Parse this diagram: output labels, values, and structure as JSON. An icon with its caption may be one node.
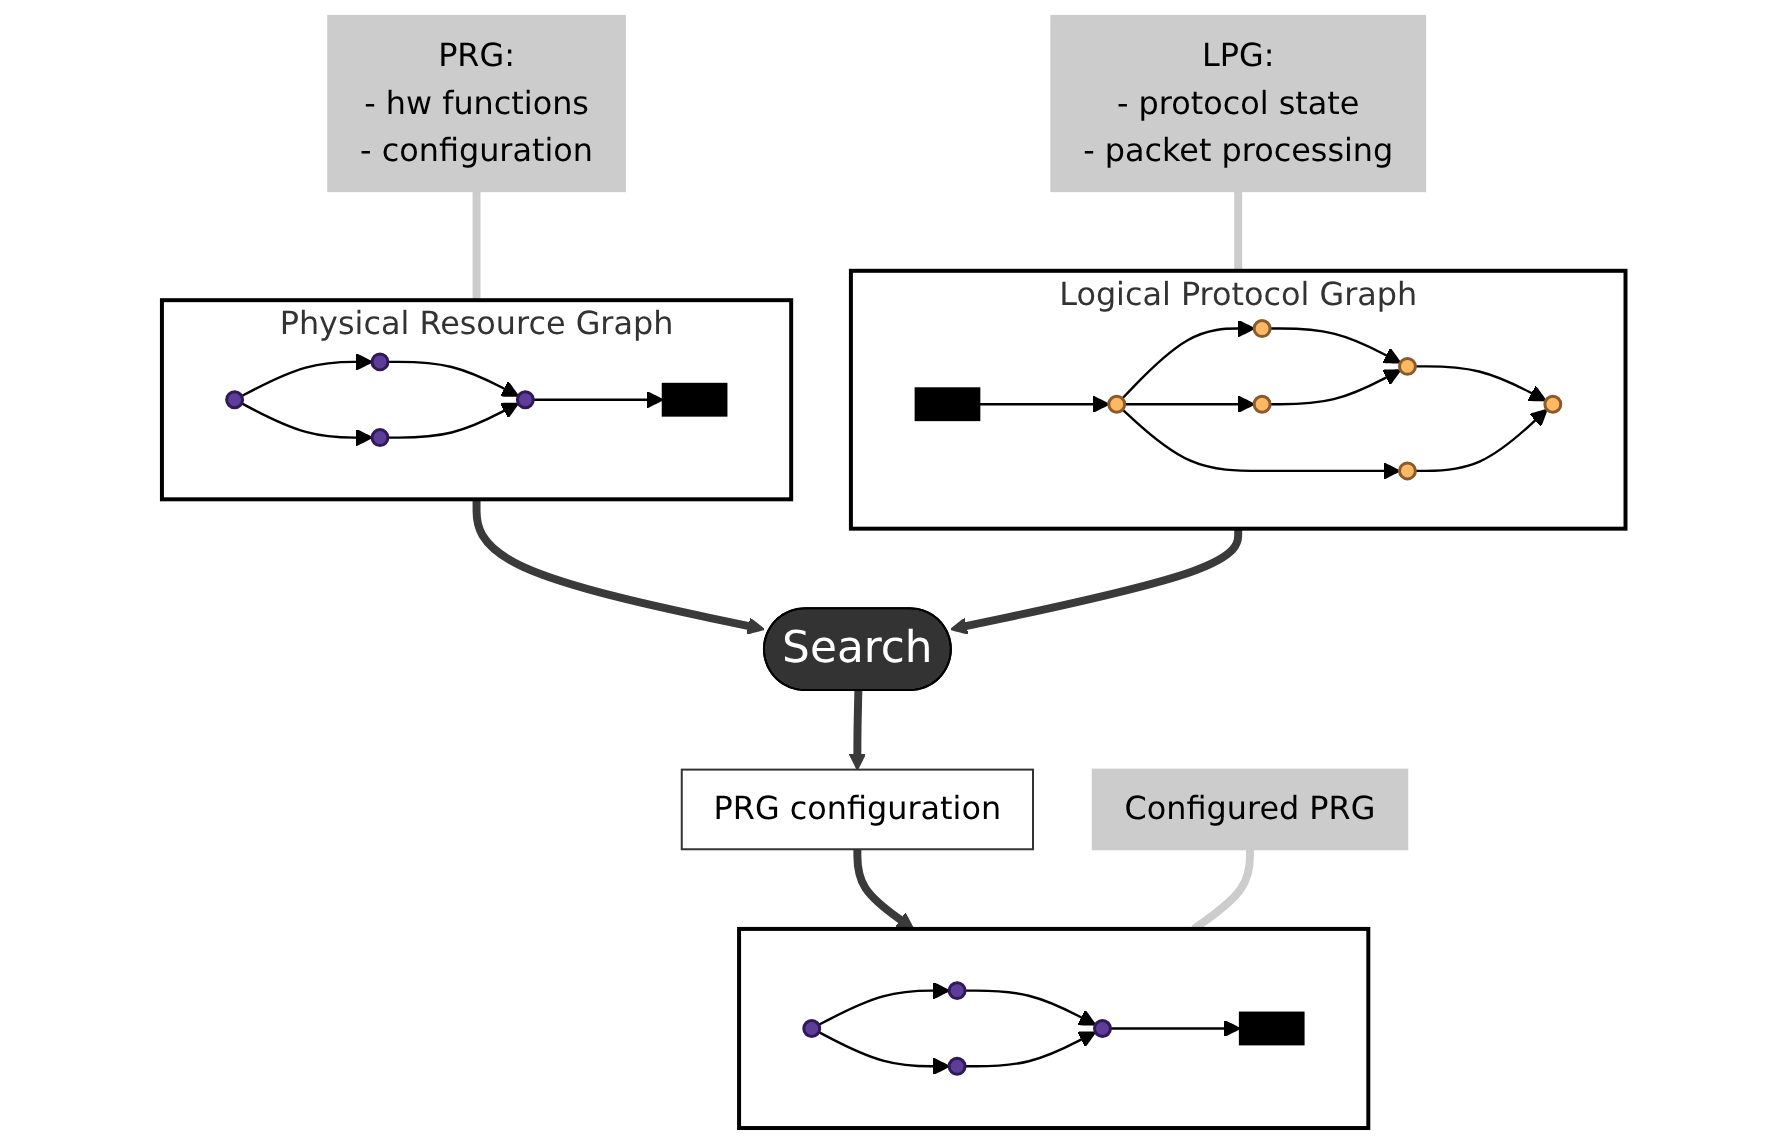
{
  "diagram": {
    "nodes": [
      {
        "text": [
          "Physical Resource Graph"
        ]
      },
      {
        "text": [],
        "shape": "circle",
        "in": 0
      },
      {
        "text": [],
        "shape": "circle",
        "in": 0
      },
      {
        "text": [],
        "shape": "circle",
        "in": 0
      },
      {
        "text": [],
        "shape": "circle",
        "in": 0
      },
      {
        "text": [],
        "shape": "bar",
        "in": 0
      },
      {
        "text": [
          "Logical Protocol Graph"
        ]
      },
      {
        "text": [],
        "shape": "bar",
        "in": 6
      },
      {
        "text": [],
        "shape": "circle",
        "in": 6
      },
      {
        "text": [],
        "shape": "circle",
        "in": 6
      },
      {
        "text": [],
        "shape": "circle",
        "in": 6
      },
      {
        "text": [],
        "shape": "circle",
        "in": 6
      },
      {
        "text": [],
        "shape": "circle",
        "in": 6
      },
      {
        "text": [],
        "shape": "circle",
        "in": 6
      },
      {
        "text": [
          "PRG:",
          "- hw functions",
          "- configuration"
        ]
      },
      {
        "text": [
          "Search"
        ]
      },
      {
        "text": [
          "LPG:",
          "- protocol state",
          "- packet processing"
        ]
      },
      {
        "text": [
          "PRG configuration"
        ]
      },
      {
        "text": [],
        "shape": "box"
      },
      {
        "text": [],
        "shape": "circle",
        "in": 18
      },
      {
        "text": [],
        "shape": "circle",
        "in": 18
      },
      {
        "text": [],
        "shape": "circle",
        "in": 18
      },
      {
        "text": [],
        "shape": "circle",
        "in": 18
      },
      {
        "text": [],
        "shape": "bar",
        "in": 18
      },
      {
        "text": [
          "Configured PRG"
        ]
      }
    ],
    "edges": [
      {
        "from": 1,
        "to": 2,
        "arrow": "to"
      },
      {
        "from": 1,
        "to": 3,
        "arrow": "to"
      },
      {
        "from": 2,
        "to": 4,
        "arrow": "to"
      },
      {
        "from": 3,
        "to": 4,
        "arrow": "to"
      },
      {
        "from": 4,
        "to": 5,
        "arrow": "to"
      },
      {
        "from": 7,
        "to": 8,
        "arrow": "to"
      },
      {
        "from": 8,
        "to": 9,
        "arrow": "to"
      },
      {
        "from": 8,
        "to": 10,
        "arrow": "to"
      },
      {
        "from": 8,
        "to": 11,
        "arrow": "to"
      },
      {
        "from": 9,
        "to": 12,
        "arrow": "to"
      },
      {
        "from": 10,
        "to": 12,
        "arrow": "to"
      },
      {
        "from": 12,
        "to": 13,
        "arrow": "to"
      },
      {
        "from": 11,
        "to": 13,
        "arrow": "to"
      },
      {
        "from": 0,
        "to": 15,
        "arrow": "to",
        "style": "thick",
        "color": "#3a3a3a"
      },
      {
        "from": 6,
        "to": 15,
        "arrow": "to",
        "style": "thick",
        "color": "#3a3a3a"
      },
      {
        "from": 15,
        "to": 17,
        "arrow": "to",
        "style": "thick",
        "color": "#3a3a3a"
      },
      {
        "from": 17,
        "to": 18,
        "arrow": "to",
        "style": "thick",
        "color": "#3a3a3a"
      },
      {
        "from": 19,
        "to": 20,
        "arrow": "to"
      },
      {
        "from": 19,
        "to": 21,
        "arrow": "to"
      },
      {
        "from": 20,
        "to": 22,
        "arrow": "to"
      },
      {
        "from": 21,
        "to": 22,
        "arrow": "to"
      },
      {
        "from": 22,
        "to": 23,
        "arrow": "to"
      },
      {
        "from": 14,
        "to": 0,
        "arrow": "none",
        "style": "thick",
        "color": "#cccccc"
      },
      {
        "from": 16,
        "to": 6,
        "arrow": "none",
        "style": "thick",
        "color": "#cccccc"
      },
      {
        "from": 24,
        "to": 18,
        "arrow": "none",
        "style": "thick",
        "color": "#cccccc"
      }
    ]
  }
}
